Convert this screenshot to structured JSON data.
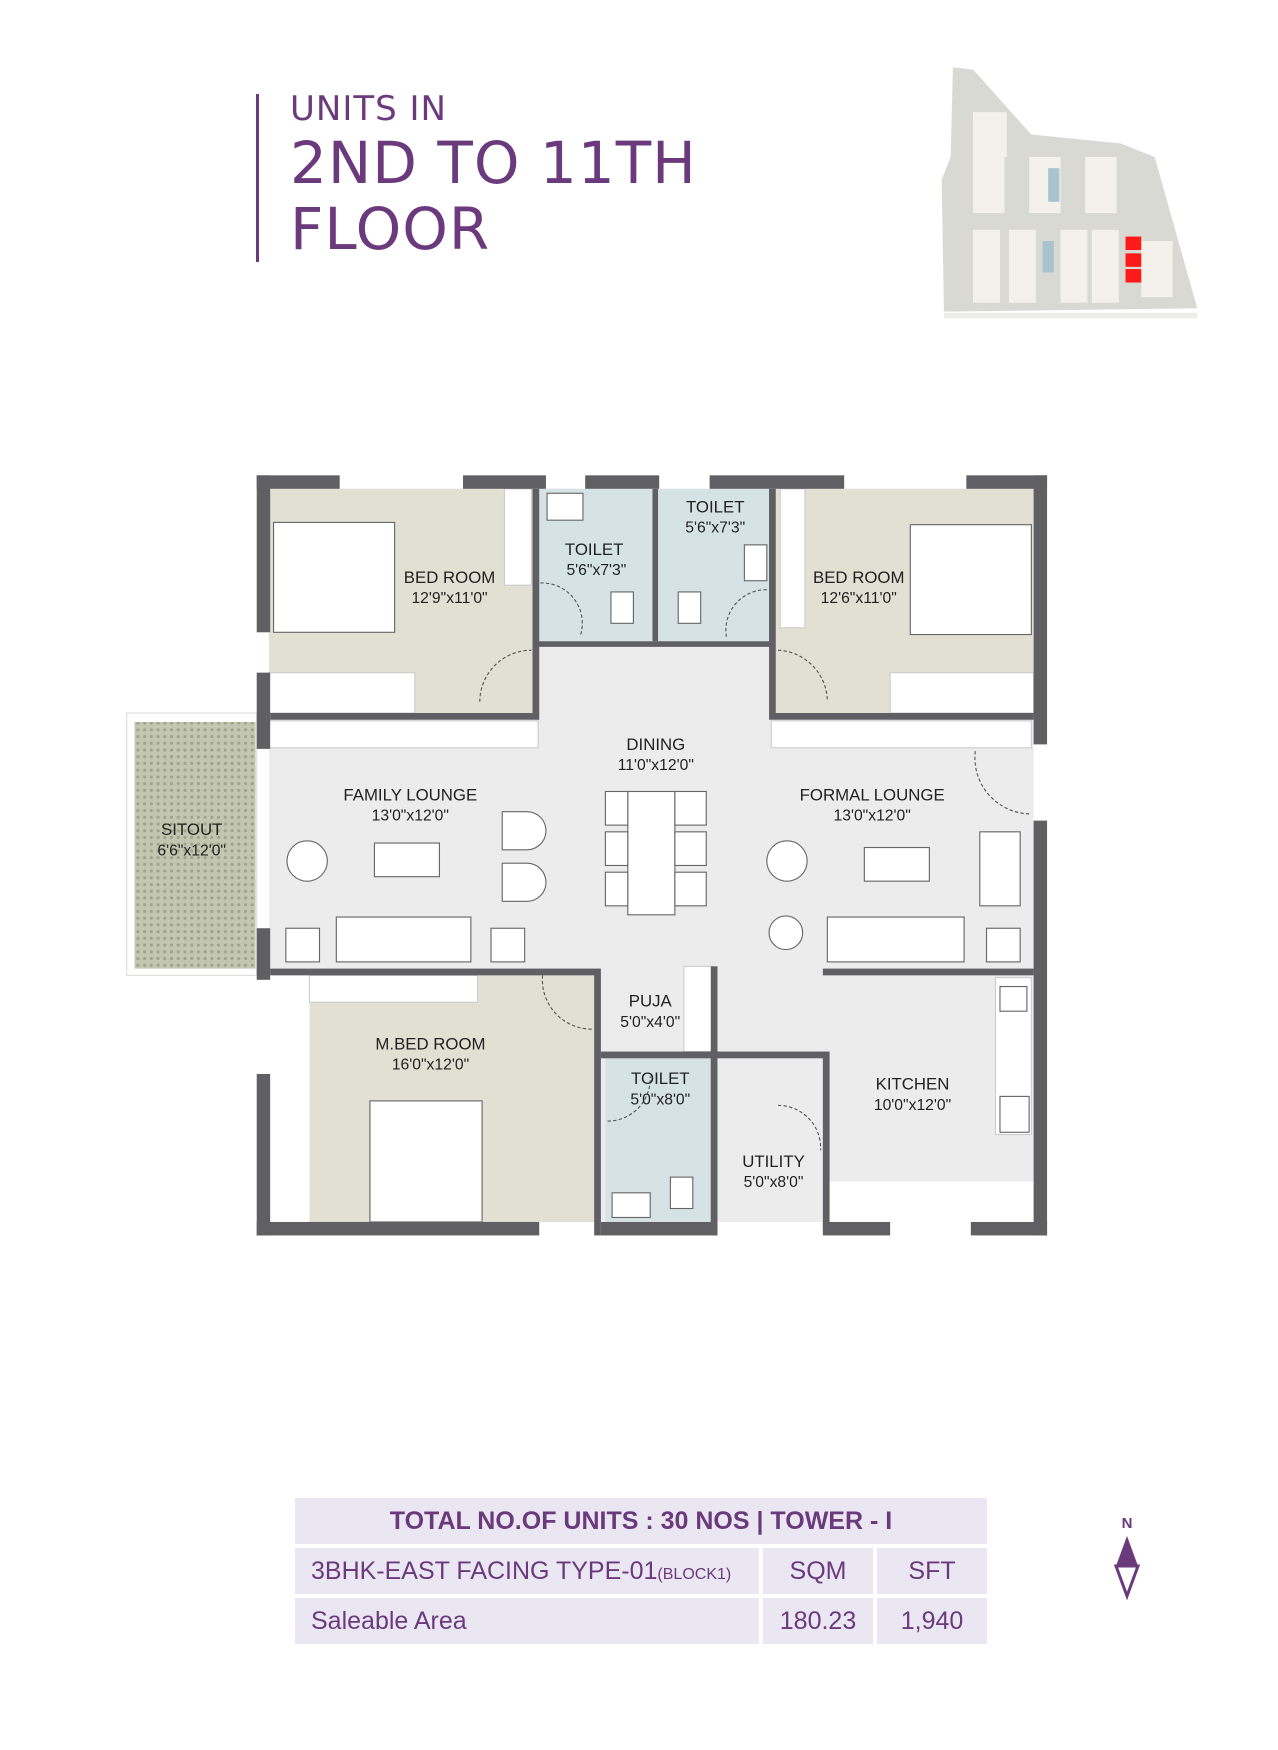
{
  "header": {
    "line1": "UNITS IN",
    "line2": "2ND TO 11TH",
    "line3": "FLOOR"
  },
  "site_plan": {
    "highlight_color": "#ff0000",
    "highlighted_units": 3
  },
  "rooms": {
    "bed_room_1": {
      "name": "BED ROOM",
      "dim": "12'9\"x11'0\""
    },
    "toilet_1": {
      "name": "TOILET",
      "dim": "5'6\"x7'3\""
    },
    "toilet_2": {
      "name": "TOILET",
      "dim": "5'6\"x7'3\""
    },
    "bed_room_2": {
      "name": "BED ROOM",
      "dim": "12'6\"x11'0\""
    },
    "dining": {
      "name": "DINING",
      "dim": "11'0\"x12'0\""
    },
    "family_lounge": {
      "name": "FAMILY LOUNGE",
      "dim": "13'0\"x12'0\""
    },
    "formal_lounge": {
      "name": "FORMAL LOUNGE",
      "dim": "13'0\"x12'0\""
    },
    "sitout": {
      "name": "SITOUT",
      "dim": "6'6\"x12'0\""
    },
    "m_bed_room": {
      "name": "M.BED ROOM",
      "dim": "16'0\"x12'0\""
    },
    "puja": {
      "name": "PUJA",
      "dim": "5'0\"x4'0\""
    },
    "toilet_3": {
      "name": "TOILET",
      "dim": "5'0\"x8'0\""
    },
    "kitchen": {
      "name": "KITCHEN",
      "dim": "10'0\"x12'0\""
    },
    "utility": {
      "name": "UTILITY",
      "dim": "5'0\"x8'0\""
    }
  },
  "table": {
    "header": "TOTAL NO.OF UNITS : 30 NOS | TOWER - I",
    "type_label": "3BHK-EAST FACING TYPE-01",
    "type_block": "(BLOCK1)",
    "col_sqm": "SQM",
    "col_sft": "SFT",
    "row_label": "Saleable Area",
    "sqm": "180.23",
    "sft": "1,940"
  },
  "compass": {
    "label": "N"
  },
  "colors": {
    "brand": "#6b3a7d",
    "wall": "#5f5f64",
    "bedroom": "#e2dfd3",
    "toilet": "#d5e3e7",
    "living": "#ececec",
    "table_bg": "#ebe7f2"
  }
}
